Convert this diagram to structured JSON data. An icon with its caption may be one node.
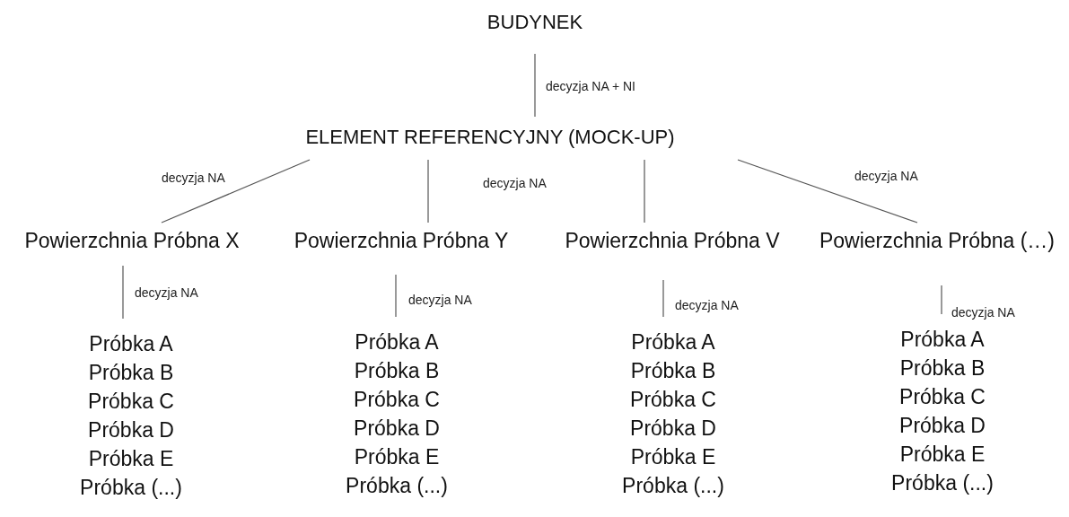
{
  "diagram": {
    "nodes": [
      {
        "text": [
          "BUDYNEK"
        ]
      },
      {
        "text": [
          "ELEMENT REFERENCYJNY (MOCK-UP)"
        ]
      },
      {
        "text": [
          "Powierzchnia Próbna X"
        ]
      },
      {
        "text": [
          "Powierzchnia Próbna Y"
        ]
      },
      {
        "text": [
          "Powierzchnia Próbna V"
        ]
      },
      {
        "text": [
          "Powierzchnia Próbna (…)"
        ]
      },
      {
        "text": [
          "Próbka A",
          "Próbka B",
          "Próbka C",
          "Próbka D",
          "Próbka E",
          "Próbka (...)"
        ]
      },
      {
        "text": [
          "Próbka A",
          "Próbka B",
          "Próbka C",
          "Próbka D",
          "Próbka E",
          "Próbka (...)"
        ]
      },
      {
        "text": [
          "Próbka A",
          "Próbka B",
          "Próbka C",
          "Próbka D",
          "Próbka E",
          "Próbka (...)"
        ]
      },
      {
        "text": [
          "Próbka A",
          "Próbka B",
          "Próbka C",
          "Próbka D",
          "Próbka E",
          "Próbka (...)"
        ]
      }
    ],
    "edges": [
      {
        "from": 0,
        "to": 1,
        "arrow": "none",
        "label": "decyzja NA + NI"
      },
      {
        "from": 1,
        "to": 2,
        "arrow": "none",
        "label": "decyzja NA"
      },
      {
        "from": 1,
        "to": 3,
        "arrow": "none",
        "label": "decyzja NA"
      },
      {
        "from": 1,
        "to": 4,
        "arrow": "none"
      },
      {
        "from": 1,
        "to": 5,
        "arrow": "none",
        "label": "decyzja NA"
      },
      {
        "from": 2,
        "to": 6,
        "arrow": "none",
        "label": "decyzja NA"
      },
      {
        "from": 3,
        "to": 7,
        "arrow": "none",
        "label": "decyzja NA"
      },
      {
        "from": 4,
        "to": 8,
        "arrow": "none",
        "label": "decyzja NA"
      },
      {
        "from": 5,
        "to": 9,
        "arrow": "none",
        "label": "decyzja NA"
      }
    ]
  }
}
